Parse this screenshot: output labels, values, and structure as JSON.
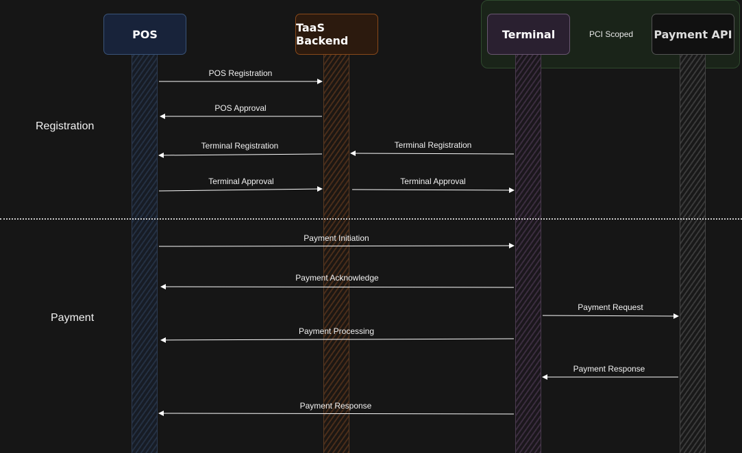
{
  "actors": {
    "pos": "POS",
    "taas": "TaaS Backend",
    "terminal": "Terminal",
    "payment_api": "Payment API"
  },
  "pci_zone_label": "PCI Scoped",
  "sections": {
    "registration": "Registration",
    "payment": "Payment"
  },
  "messages": [
    {
      "label": "POS Registration",
      "from": "POS",
      "to": "TaaS Backend"
    },
    {
      "label": "POS Approval",
      "from": "TaaS Backend",
      "to": "POS"
    },
    {
      "label": "Terminal Registration",
      "from": "TaaS Backend",
      "to": "POS"
    },
    {
      "label": "Terminal Registration",
      "from": "Terminal",
      "to": "TaaS Backend"
    },
    {
      "label": "Terminal Approval",
      "from": "POS",
      "to": "TaaS Backend"
    },
    {
      "label": "Terminal Approval",
      "from": "TaaS Backend",
      "to": "Terminal"
    },
    {
      "label": "Payment Initiation",
      "from": "POS",
      "to": "Terminal"
    },
    {
      "label": "Payment Acknowledge",
      "from": "Terminal",
      "to": "POS"
    },
    {
      "label": "Payment Request",
      "from": "Terminal",
      "to": "Payment API"
    },
    {
      "label": "Payment Processing",
      "from": "Terminal",
      "to": "POS"
    },
    {
      "label": "Payment Response",
      "from": "Payment API",
      "to": "Terminal"
    },
    {
      "label": "Payment Response",
      "from": "Terminal",
      "to": "POS"
    }
  ]
}
